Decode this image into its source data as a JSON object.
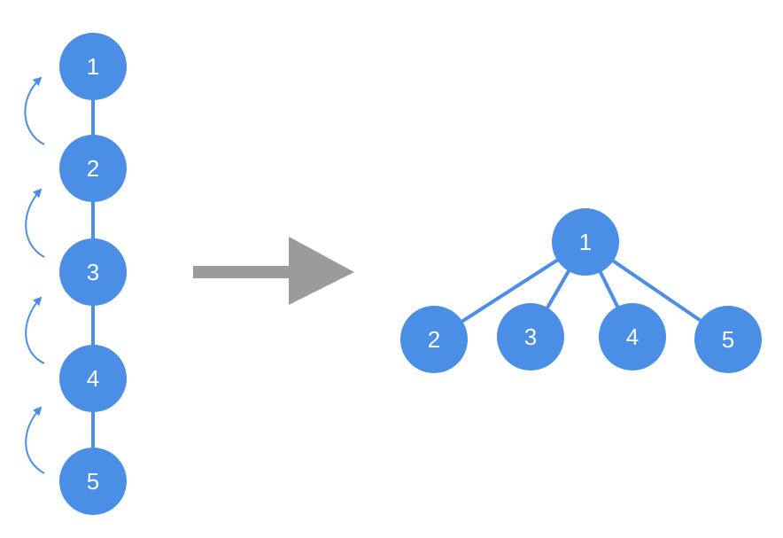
{
  "colors": {
    "node_fill": "#4a8ee6",
    "edge": "#4a8ee6",
    "arrow": "#9b9b9b",
    "label": "#ffffff"
  },
  "chain": {
    "nodes": [
      "1",
      "2",
      "3",
      "4",
      "5"
    ]
  },
  "tree": {
    "root": "1",
    "children": [
      "2",
      "3",
      "4",
      "5"
    ]
  }
}
